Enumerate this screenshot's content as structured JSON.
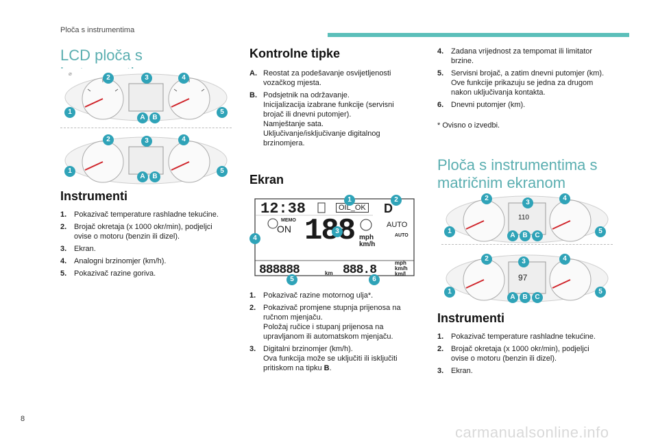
{
  "header": {
    "section_title": "Ploča s instrumentima"
  },
  "page_number": "8",
  "watermark": "carmanualsonline.info",
  "left": {
    "title": "LCD ploča s instrumentima",
    "subtitle": "Instrumenti",
    "items": [
      {
        "n": "1.",
        "lines": [
          "Pokazivač temperature rashladne tekućine."
        ]
      },
      {
        "n": "2.",
        "lines": [
          "Brojač okretaja (x 1000 okr/min), podjeljci",
          "ovise o motoru (benzin ili dizel)."
        ]
      },
      {
        "n": "3.",
        "lines": [
          "Ekran."
        ]
      },
      {
        "n": "4.",
        "lines": [
          "Analogni brzinomjer (km/h)."
        ]
      },
      {
        "n": "5.",
        "lines": [
          "Pokazivač razine goriva."
        ]
      }
    ]
  },
  "middle": {
    "title": "Kontrolne tipke",
    "items": [
      {
        "n": "A.",
        "lines": [
          "Reostat za podešavanje osvijetljenosti",
          "vozačkog mjesta."
        ]
      },
      {
        "n": "B.",
        "lines": [
          "Podsjetnik na održavanje.",
          "Inicijalizacija izabrane funkcije (servisni",
          "brojač ili dnevni putomjer).",
          "Namještanje sata.",
          "Uključivanje/isključivanje digitalnog",
          "brzinomjera."
        ]
      }
    ],
    "screen_title": "Ekran",
    "screen_items": [
      {
        "n": "1.",
        "lines": [
          "Pokazivač razine motornog ulja*."
        ]
      },
      {
        "n": "2.",
        "lines": [
          "Pokazivač promjene stupnja prijenosa na",
          "ručnom mjenjaču.",
          "Položaj ručice i stupanj prijenosa na",
          "upravljanom ili automatskom mjenjaču."
        ]
      },
      {
        "n": "3.",
        "lines": [
          "Digitalni brzinomjer (km/h).",
          "Ova funkcija može se uključiti ili isključiti",
          "pritiskom na tipku"
        ],
        "bold_tail": "B",
        "tail_end": "."
      }
    ],
    "lcd": {
      "clock": "12:38",
      "oil": "OIL_OK",
      "memo": "MEMO",
      "on": "ON",
      "speed": "188",
      "unit1": "mph",
      "unit2": "km/h",
      "auto": "AUTO",
      "auto2": "AUTO",
      "gear": "D",
      "odo": "888888",
      "trip": "888.8",
      "km": "km",
      "mph": "mph",
      "kmh": "km/h",
      "kml": "km/l"
    },
    "screen_badges": [
      "1",
      "2",
      "3",
      "4",
      "5",
      "6"
    ]
  },
  "right": {
    "items": [
      {
        "n": "4.",
        "lines": [
          "Zadana vrijednost za tempomat ili limitator",
          "brzine."
        ]
      },
      {
        "n": "5.",
        "lines": [
          "Servisni brojač, a zatim dnevni putomjer (km).",
          "Ove funkcije prikazuju se jedna za drugom",
          "nakon uključivanja kontakta."
        ]
      },
      {
        "n": "6.",
        "lines": [
          "Dnevni putomjer (km)."
        ]
      }
    ],
    "footnote": "*   Ovisno o izvedbi.",
    "title": "Ploča s instrumentima s matričnim ekranom",
    "subtitle": "Instrumenti",
    "bottom_items": [
      {
        "n": "1.",
        "lines": [
          "Pokazivač temperature rashladne tekućine."
        ]
      },
      {
        "n": "2.",
        "lines": [
          "Brojač okretaja (x 1000 okr/min), podjeljci",
          "ovise o motoru (benzin ili dizel)."
        ]
      },
      {
        "n": "3.",
        "lines": [
          "Ekran."
        ]
      }
    ],
    "matrix_values": {
      "speed1": "110",
      "speed2": "97"
    }
  },
  "badges_lcd": [
    "2",
    "3",
    "4",
    "1",
    "5",
    "A",
    "B"
  ],
  "badges_matrix": [
    "2",
    "3",
    "4",
    "1",
    "5",
    "A",
    "B",
    "C"
  ],
  "colors": {
    "accent": "#5bbfba",
    "badge": "#2fa3b8",
    "needle": "#d0262c"
  }
}
